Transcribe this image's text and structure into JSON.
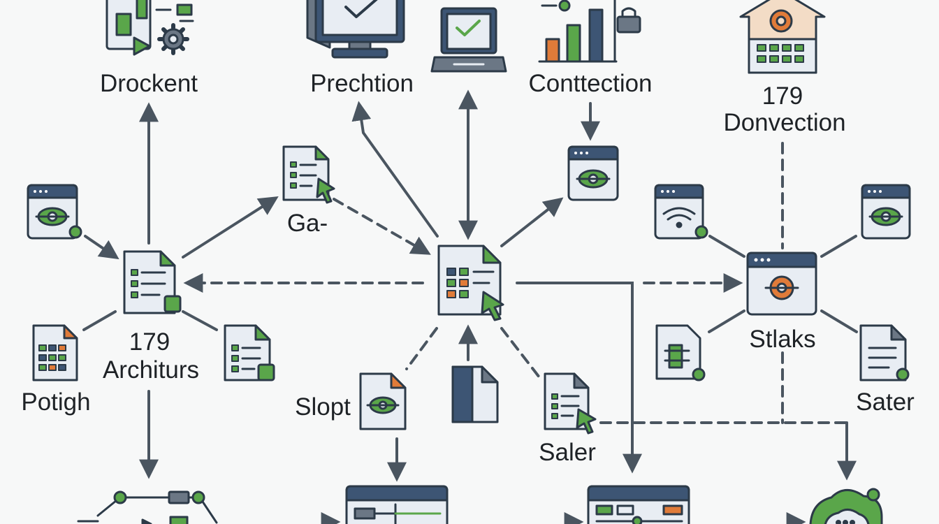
{
  "labels": {
    "drockent": "Drockent",
    "prechtion": "Prechtion",
    "conttection": "Conttection",
    "donvection_num": "179",
    "donvection": "Donvection",
    "ga": "Ga-",
    "architurs_num": "179",
    "architurs": "Architurs",
    "potigh": "Potigh",
    "slopt": "Slopt",
    "saler": "Saler",
    "stlaks": "Stlaks",
    "sater": "Sater"
  },
  "icons": {
    "drockent": "workflow-gear-icon",
    "prechtion": "monitor-check-icon",
    "laptop": "laptop-check-icon",
    "conttection": "bar-chart-lock-icon",
    "donvection": "house-gear-icon",
    "conttection_window": "browser-eye-icon",
    "ga": "document-cursor-icon",
    "left_window": "browser-eye-icon",
    "architurs": "document-list-icon",
    "potigh": "document-grid-icon",
    "left_doc": "document-grid-icon",
    "hub": "document-grid-cursor-icon",
    "slopt": "document-eye-icon",
    "book": "book-icon",
    "saler": "document-cursor-icon",
    "wifi_window": "browser-wifi-icon",
    "right_window": "browser-eye-icon",
    "stlaks": "browser-gear-icon",
    "right_doc": "document-switch-icon",
    "sater": "document-list-icon",
    "bottom_flow": "flow-nodes-icon",
    "bottom_browser_1": "browser-flow-icon",
    "bottom_browser_2": "browser-dashboard-icon",
    "bottom_cloud": "cloud-chat-icon"
  },
  "colors": {
    "stroke": "#2c3a48",
    "fill": "#e8edf3",
    "green": "#5aa64a",
    "orange": "#e07b39",
    "navy": "#3d5574",
    "arrow": "#4a5560"
  }
}
